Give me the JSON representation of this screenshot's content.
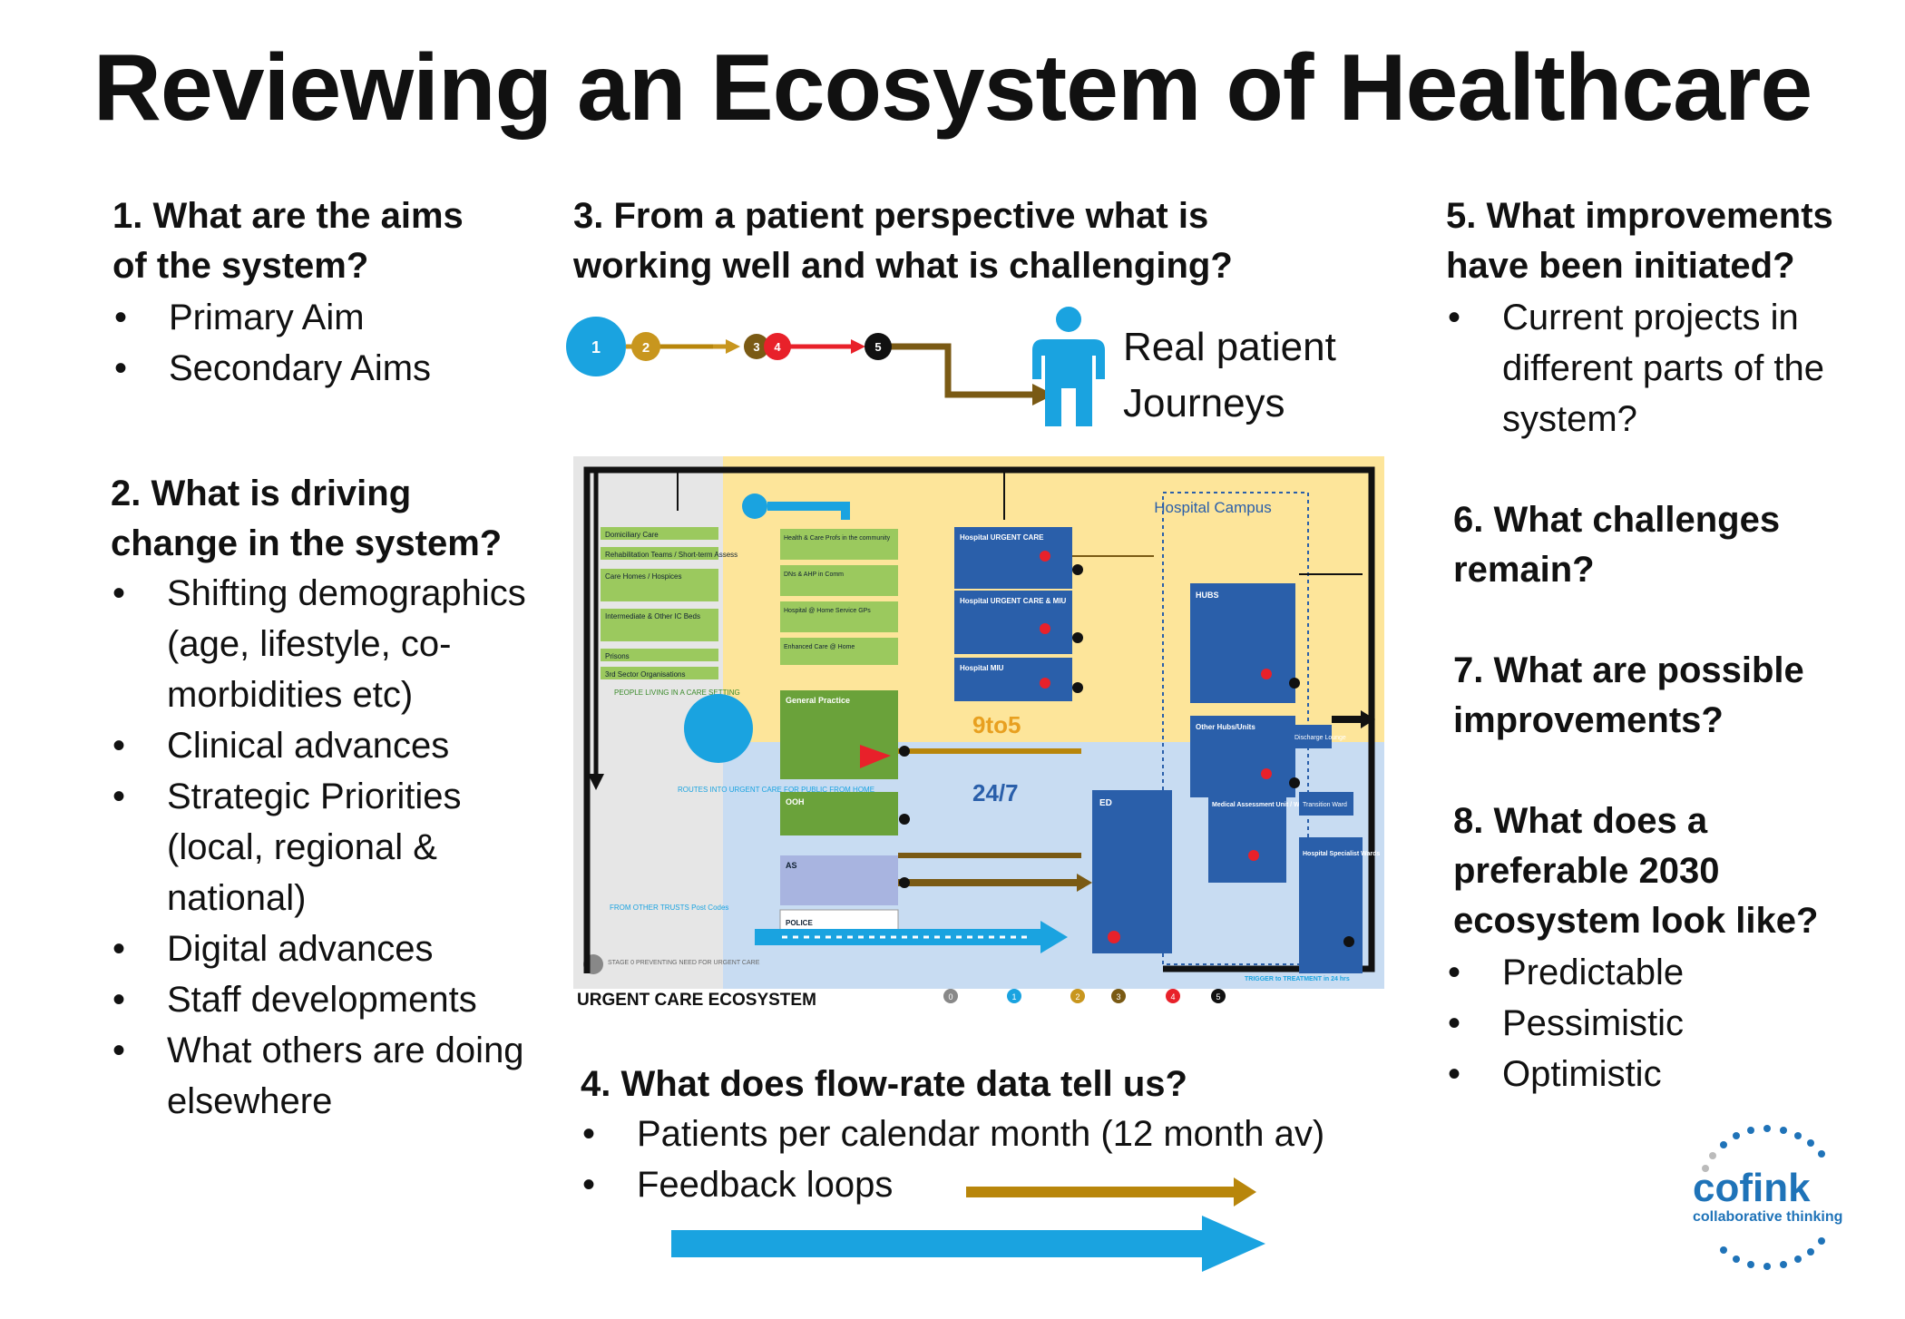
{
  "title": "Reviewing an Ecosystem of Healthcare",
  "sections": {
    "s1": {
      "heading_lines": [
        "1. What are the aims",
        "of the system?"
      ],
      "bullets": [
        "Primary Aim",
        "Secondary Aims"
      ]
    },
    "s2": {
      "heading_lines": [
        "2. What is driving",
        "change in the system?"
      ],
      "bullets": [
        "Shifting demographics (age, lifestyle, co-morbidities etc)",
        "Clinical advances",
        "Strategic Priorities (local, regional & national)",
        "Digital advances",
        "Staff developments",
        "What others are doing elsewhere"
      ]
    },
    "s3": {
      "heading_lines": [
        "3. From a patient perspective what is",
        "working well and what is challenging?"
      ],
      "journey_lines": [
        "Real patient",
        "Journeys"
      ],
      "journey_numbers": [
        "1",
        "2",
        "3",
        "4",
        "5"
      ]
    },
    "s4": {
      "heading": "4. What does flow-rate data tell us?",
      "bullets": [
        "Patients per calendar month (12 month av)",
        "Feedback loops"
      ]
    },
    "s5": {
      "heading_lines": [
        "5. What improvements",
        "have been initiated?"
      ],
      "bullets": [
        "Current projects in different parts of the system?"
      ]
    },
    "s6": {
      "heading_lines": [
        "6. What challenges",
        "remain?"
      ]
    },
    "s7": {
      "heading_lines": [
        "7. What are possible",
        "improvements?"
      ]
    },
    "s8": {
      "heading_lines": [
        "8. What does a",
        "preferable 2030",
        "ecosystem look like?"
      ],
      "bullets": [
        "Predictable",
        "Pessimistic",
        "Optimistic"
      ]
    }
  },
  "ecosystem_map": {
    "caption": "URGENT CARE ECOSYSTEM",
    "labels": {
      "hospital_campus": "Hospital Campus",
      "nine_to_five": "9to5",
      "twenty_four_seven": "24/7",
      "hospital_urgent_care": "Hospital URGENT CARE",
      "hospital_urgent_care_miu": "Hospital URGENT CARE & MIU",
      "hospital_miu": "Hospital MIU",
      "hubs": "HUBS",
      "other_hubs": "Other Hubs/Units",
      "general_practice": "General Practice",
      "ooh": "OOH",
      "as": "AS",
      "police": "POLICE",
      "ed": "ED",
      "medical_assessment_unit": "Medical Assessment Unit / Ward",
      "hospital_specialist_wards": "Hospital Specialist Wards",
      "discharge_lounge": "Discharge Lounge",
      "transition_ward": "Transition Ward",
      "people_living": "PEOPLE LIVING IN A CARE SETTING",
      "routes_into": "ROUTES INTO URGENT CARE FOR PUBLIC FROM HOME",
      "from_other_trusts": "FROM OTHER TRUSTS Post Codes",
      "stage0": "STAGE 0 PREVENTING NEED FOR URGENT CARE",
      "trigger": "TRIGGER to TREATMENT in 24 hrs"
    },
    "left_rows": [
      "Domiciliary Care",
      "Rehabilitation Teams / Short-term Assess",
      "Care Homes / Hospices",
      "Intermediate & Other IC Beds",
      "Prisons",
      "3rd Sector Organisations"
    ],
    "community_rows": [
      "Health & Care Profs in the community",
      "DNs & AHP in Comm",
      "Hospital @ Home Service GPs",
      "Enhanced Care @ Home"
    ],
    "legend": [
      "0",
      "1",
      "2",
      "3",
      "4",
      "5"
    ],
    "colors": {
      "yellow": "#fde59a",
      "blue": "#c8dcf2",
      "grey": "#e6e6e6",
      "navy": "#2a5faa",
      "cyan": "#1aa3e0",
      "gold": "#b8860b",
      "red": "#e8212a",
      "green": "#6aa23a",
      "brown": "#7a5a14"
    }
  },
  "logo": {
    "word": "cofink",
    "tagline": "collaborative thinking"
  }
}
